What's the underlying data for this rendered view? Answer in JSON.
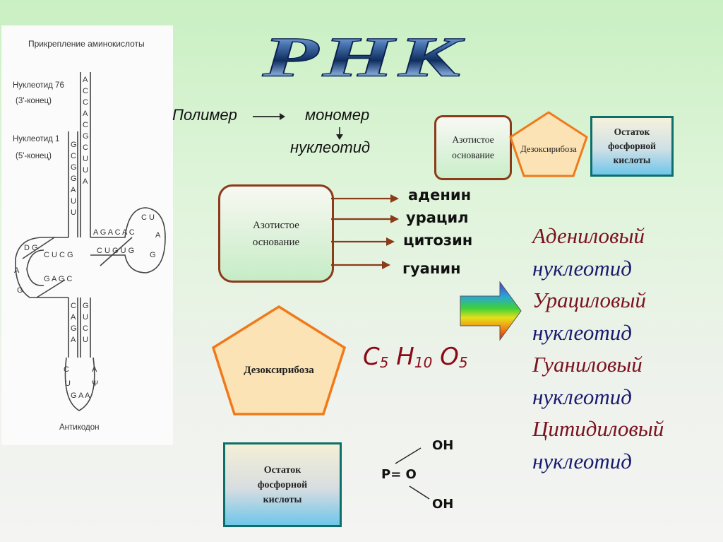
{
  "title": "РНК",
  "trna": {
    "caption_top": "Прикрепление аминокислоты",
    "nucleotide76": "Нуклеотид 76",
    "end3": "(3'-конец)",
    "nucleotide1": "Нуклеотид 1",
    "end5": "(5'-конец)",
    "anticodon": "Антикодон"
  },
  "scheme": {
    "polymer": "Полимер",
    "monomer": "мономер",
    "nucleotide": "нуклеотид"
  },
  "top_components": {
    "base": "Азотистое основание",
    "sugar": "Дезоксирибоза",
    "phosphate": "Остаток фосфорной кислоты"
  },
  "base_box": {
    "label": "Азотистое основание",
    "bases": [
      "аденин",
      "урацил",
      "цитозин",
      "гуанин"
    ]
  },
  "sugar_box": {
    "label": "Дезоксирибоза"
  },
  "formula": {
    "c": "C",
    "c_n": "5",
    "h": "H",
    "h_n": "10",
    "o": "O",
    "o_n": "5"
  },
  "phosphate_box": {
    "label": "Остаток фосфорной кислоты",
    "oh_top": "OH",
    "p": "P= O",
    "oh_bottom": "OH"
  },
  "nucleotides": [
    {
      "line1": "Адениловый",
      "line2": "нуклеотид"
    },
    {
      "line1": "Урациловый",
      "line2": "нуклеотид"
    },
    {
      "line1": "Гуаниловый",
      "line2": "нуклеотид"
    },
    {
      "line1": "Цитидиловый",
      "line2": "нуклеотид"
    }
  ],
  "colors": {
    "box_border": "#8b3a1a",
    "pentagon_fill": "#fce3b5",
    "pentagon_stroke": "#f07a1a",
    "phosphate_border": "#0d6f6a",
    "nuc_red": "#7a1220",
    "nuc_blue": "#1a1a6e",
    "formula": "#8a0a16"
  }
}
